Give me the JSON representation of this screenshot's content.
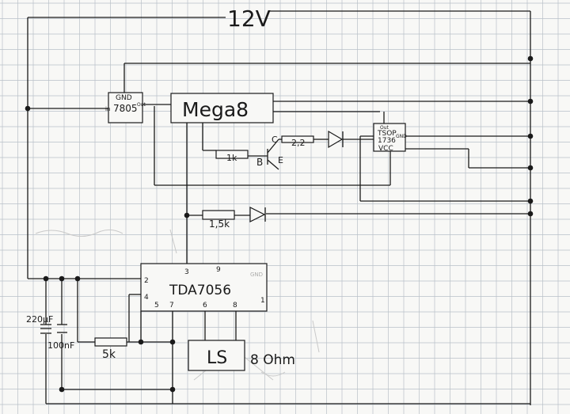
{
  "supply": {
    "label": "12V"
  },
  "regulator": {
    "gnd": "GND",
    "name": "7805",
    "in_pin": "in",
    "out_pin": "Out"
  },
  "mcu": {
    "name": "Mega8"
  },
  "ir_receiver": {
    "out_pin": "Out",
    "name_line1": "TSOP",
    "name_line2": "1736",
    "vcc": "VCC",
    "gnd": "GND"
  },
  "transistor": {
    "c": "C",
    "b": "B",
    "e": "E"
  },
  "resistors": {
    "r_base": "1k",
    "r_collector": "2,2",
    "r_led": "1,5k",
    "r_volume": "5k"
  },
  "amplifier": {
    "name": "TDA7056",
    "pins": {
      "p2": "2",
      "p3": "3",
      "p9": "9",
      "p4": "4",
      "p5": "5",
      "p7": "7",
      "p6": "6",
      "p8": "8",
      "p1": "1",
      "gnd": "GND"
    }
  },
  "capacitors": {
    "c1": "220µF",
    "c2": "100nF"
  },
  "speaker": {
    "label": "LS",
    "impedance": "8 Ohm"
  }
}
